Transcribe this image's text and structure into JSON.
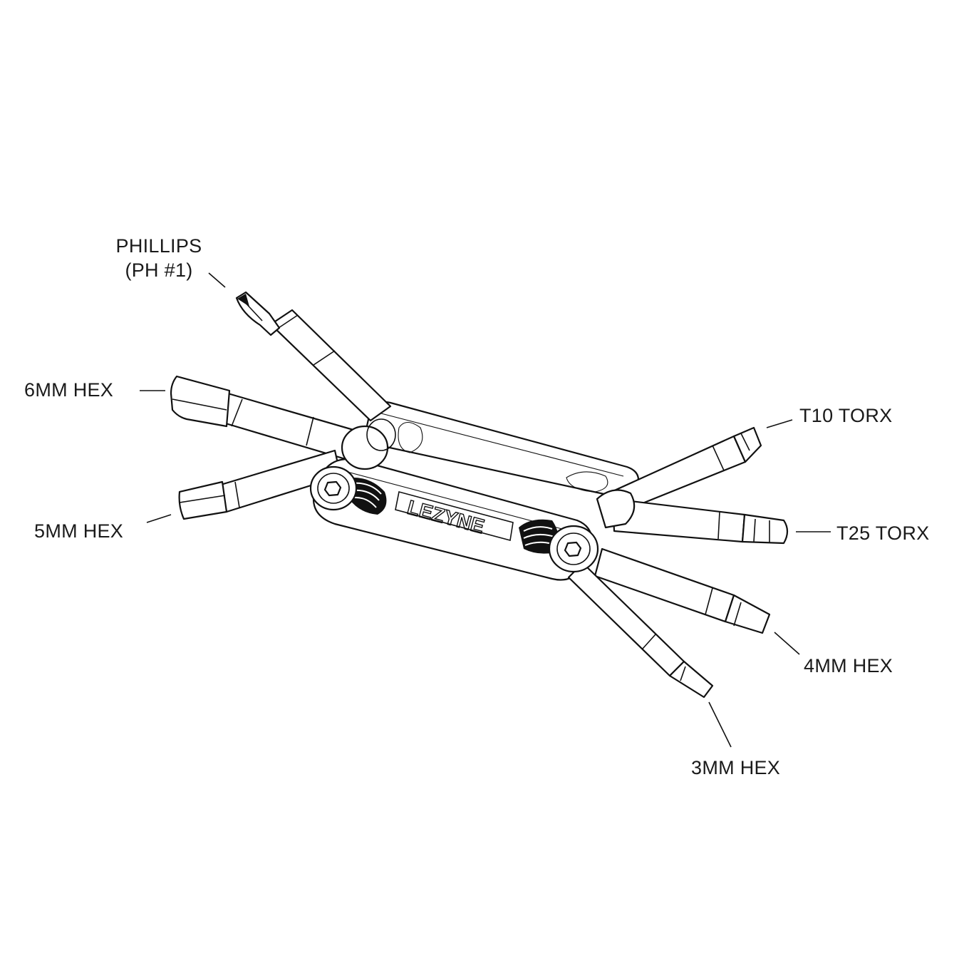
{
  "brand": {
    "logo_text": "LEZYNE"
  },
  "labels": {
    "phillips_line1": "PHILLIPS",
    "phillips_line2": "(PH #1)",
    "hex6": "6MM HEX",
    "hex5": "5MM HEX",
    "torx_t10": "T10 TORX",
    "torx_t25": "T25 TORX",
    "hex4": "4MM HEX",
    "hex3": "3MM HEX"
  },
  "colors": {
    "line": "#111111",
    "background": "#ffffff"
  }
}
